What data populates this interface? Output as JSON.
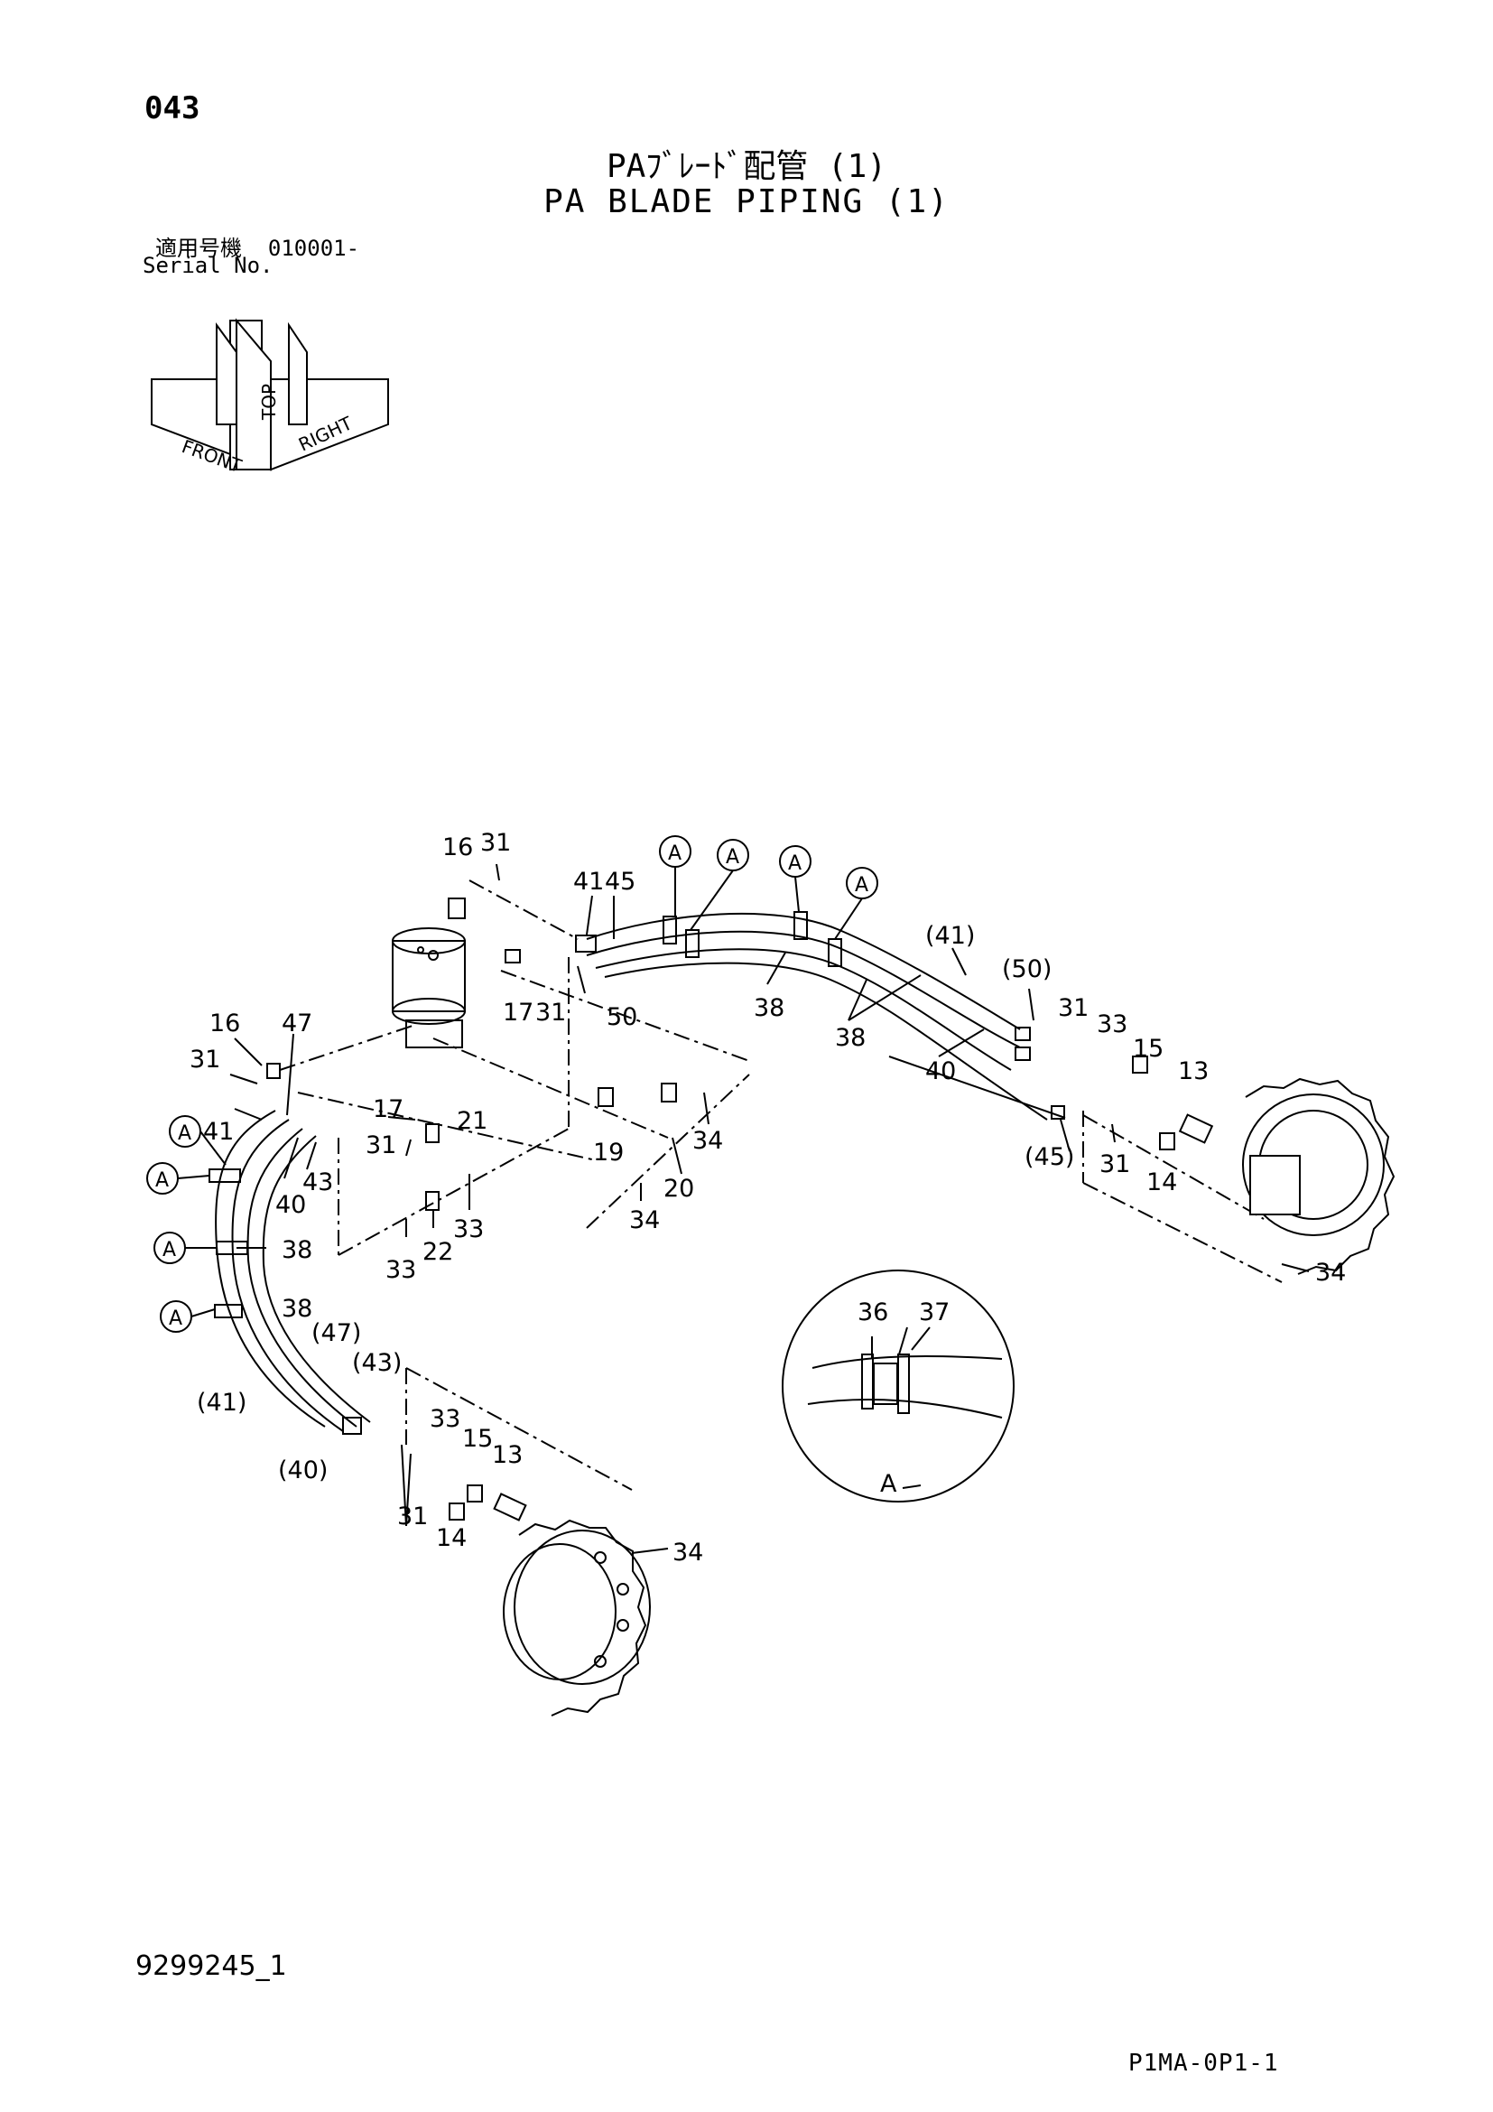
{
  "page_number": "043",
  "title_ja": "PAﾌﾞﾚｰﾄﾞ配管 (1)",
  "title_en": "PA BLADE PIPING (1)",
  "serial_label_ja": "適用号機",
  "serial_value": "010001-",
  "serial_label_en": "Serial No.",
  "orientation": {
    "front": "FRONT",
    "top": "TOP",
    "right": "RIGHT"
  },
  "detail_label": "A",
  "callouts": [
    "16",
    "31",
    "41",
    "45",
    "50",
    "17",
    "21",
    "19",
    "20",
    "34",
    "22",
    "33",
    "47",
    "43",
    "40",
    "38",
    "13",
    "14",
    "15",
    "36",
    "37",
    "(41)",
    "(50)",
    "(45)",
    "(47)",
    "(43)",
    "(40)"
  ],
  "document_id": "9299245_1",
  "page_code": "P1MA-0P1-1"
}
